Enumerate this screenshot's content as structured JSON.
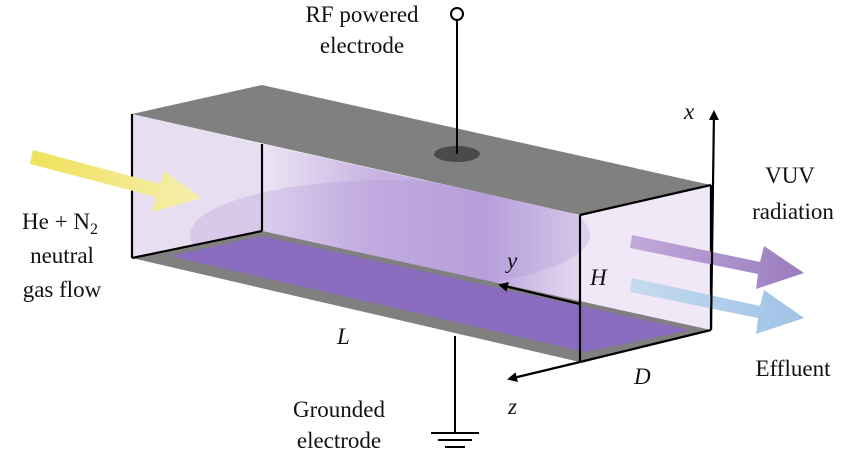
{
  "labels": {
    "rf_electrode": [
      "RF powered",
      "electrode"
    ],
    "grounded_electrode": [
      "Grounded",
      "electrode"
    ],
    "gas_flow": {
      "line1_main": "He + N",
      "line1_sub": "2",
      "line2": "neutral",
      "line3": "gas flow"
    },
    "vuv": [
      "VUV",
      "radiation"
    ],
    "effluent": "Effluent",
    "axes": {
      "x": "x",
      "y": "y",
      "z": "z"
    },
    "dimensions": {
      "length": "L",
      "height": "H",
      "depth": "D"
    }
  },
  "colors": {
    "electrode": "#808080",
    "plasma": "#8a63c2",
    "gas_arrow": "#f2e87a",
    "vuv_arrow": "#9d80bf",
    "effluent_arrow": "#9ec2e6",
    "line": "#000000"
  }
}
